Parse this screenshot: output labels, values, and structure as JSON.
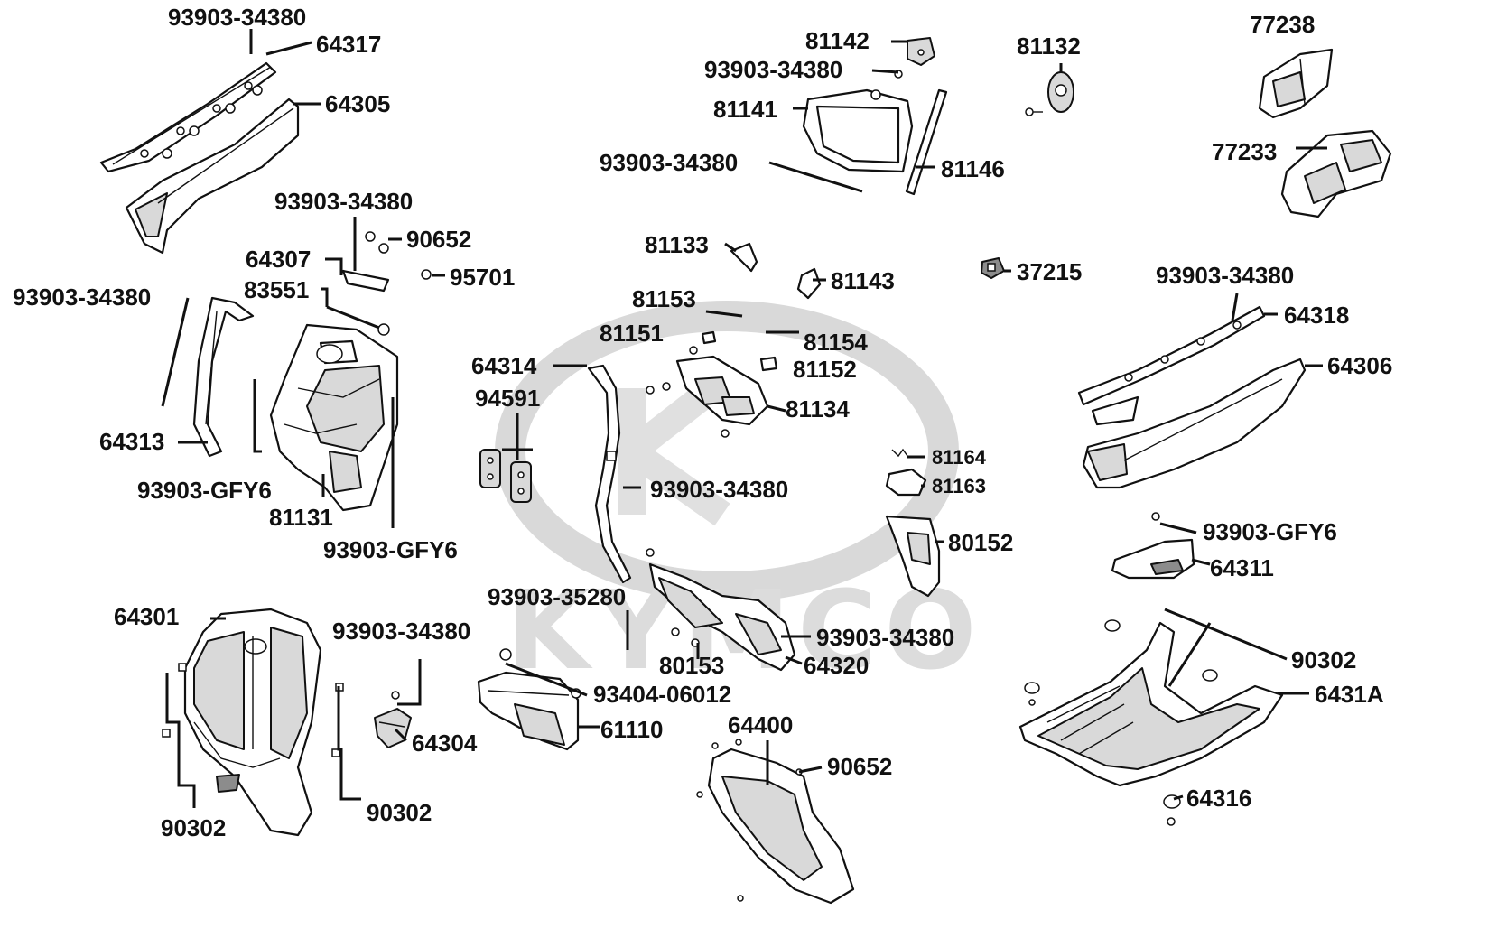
{
  "watermark": {
    "brand": "KYMCO"
  },
  "labels": {
    "l01": "93903-34380",
    "l02": "64317",
    "l03": "64305",
    "l04": "93903-34380",
    "l05": "90652",
    "l06": "64307",
    "l07": "95701",
    "l08": "83551",
    "l09": "93903-34380",
    "l10": "64313",
    "l11": "93903-GFY6",
    "l12": "81131",
    "l13": "93903-GFY6",
    "l14": "64301",
    "l15": "90302",
    "l16": "90302",
    "l17": "93903-34380",
    "l18": "64304",
    "l19": "93903-35280",
    "l20": "93404-06012",
    "l21": "61110",
    "l22": "64314",
    "l23": "94591",
    "l24": "93903-34380",
    "l25": "81142",
    "l26": "93903-34380",
    "l27": "81141",
    "l28": "93903-34380",
    "l29": "81146",
    "l30": "81132",
    "l31": "77238",
    "l32": "77233",
    "l33": "81133",
    "l34": "81143",
    "l35": "37215",
    "l36": "81153",
    "l37": "81151",
    "l38": "81154",
    "l39": "81152",
    "l40": "81134",
    "l41": "81164",
    "l42": "81163",
    "l43": "80152",
    "l44": "93903-34380",
    "l45": "64318",
    "l46": "64306",
    "l47": "93903-GFY6",
    "l48": "64311",
    "l49": "90302",
    "l50": "6431A",
    "l51": "64316",
    "l52": "93903-34380",
    "l53": "80153",
    "l54": "64320",
    "l55": "64400",
    "l56": "90652"
  }
}
